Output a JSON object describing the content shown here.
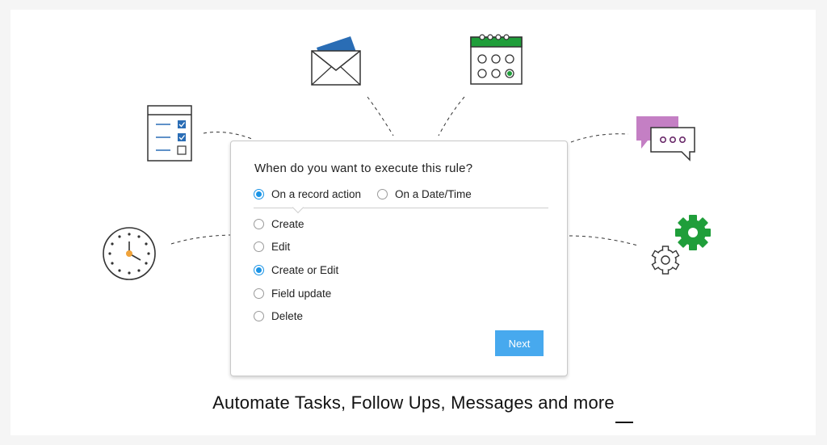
{
  "dialog": {
    "question": "When do you want to execute this rule?",
    "modes": [
      {
        "label": "On a record action",
        "selected": true
      },
      {
        "label": "On a Date/Time",
        "selected": false
      }
    ],
    "actions": [
      {
        "label": "Create",
        "selected": false
      },
      {
        "label": "Edit",
        "selected": false
      },
      {
        "label": "Create or Edit",
        "selected": true
      },
      {
        "label": "Field update",
        "selected": false
      },
      {
        "label": "Delete",
        "selected": false
      }
    ],
    "next_label": "Next"
  },
  "headline": "Automate Tasks, Follow Ups, Messages and more",
  "icons": [
    "checklist-icon",
    "envelope-icon",
    "calendar-icon",
    "chat-bubble-icon",
    "clock-icon",
    "gears-icon"
  ],
  "colors": {
    "accent_blue": "#1a94e6",
    "button_blue": "#47a9ee",
    "green": "#1f9e3a",
    "envelope_blue": "#2a6db5",
    "chat_purple": "#c47fc4"
  }
}
